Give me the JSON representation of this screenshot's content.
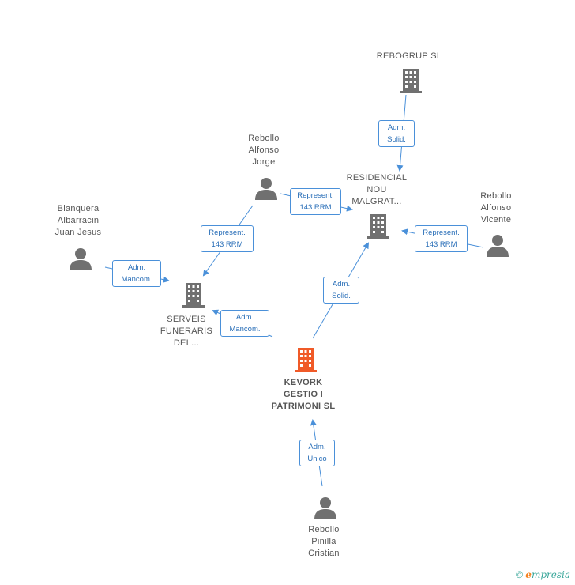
{
  "nodes": {
    "rebogrup": {
      "label": "REBOGRUP SL"
    },
    "residencial": {
      "label_lines": [
        "RESIDENCIAL",
        "NOU",
        "MALGRAT..."
      ]
    },
    "rebollo_jorge": {
      "label_lines": [
        "Rebollo",
        "Alfonso",
        "Jorge"
      ]
    },
    "rebollo_vicente": {
      "label_lines": [
        "Rebollo",
        "Alfonso",
        "Vicente"
      ]
    },
    "blanquera": {
      "label_lines": [
        "Blanquera",
        "Albarracin",
        "Juan Jesus"
      ]
    },
    "serveis": {
      "label_lines": [
        "SERVEIS",
        "FUNERARIS",
        "DEL..."
      ]
    },
    "kevork": {
      "label_lines": [
        "KEVORK",
        "GESTIO I",
        "PATRIMONI SL"
      ]
    },
    "rebollo_cristian": {
      "label_lines": [
        "Rebollo",
        "Pinilla",
        "Cristian"
      ]
    }
  },
  "edges": {
    "e1": {
      "lines": [
        "Adm.",
        "Solid."
      ]
    },
    "e2": {
      "lines": [
        "Represent.",
        "143 RRM"
      ]
    },
    "e3": {
      "lines": [
        "Represent.",
        "143 RRM"
      ]
    },
    "e4": {
      "lines": [
        "Represent.",
        "143 RRM"
      ]
    },
    "e5": {
      "lines": [
        "Adm.",
        "Mancom."
      ]
    },
    "e6": {
      "lines": [
        "Adm.",
        "Mancom."
      ]
    },
    "e7": {
      "lines": [
        "Adm.",
        "Solid."
      ]
    },
    "e8": {
      "lines": [
        "Adm.",
        "Unico"
      ]
    }
  },
  "colors": {
    "edge": "#4a90d9",
    "company": "#707070",
    "main_company": "#f05a28",
    "person": "#707070"
  },
  "footer": {
    "copyright": "©",
    "brand_e": "e",
    "brand_rest": "mpresia"
  }
}
